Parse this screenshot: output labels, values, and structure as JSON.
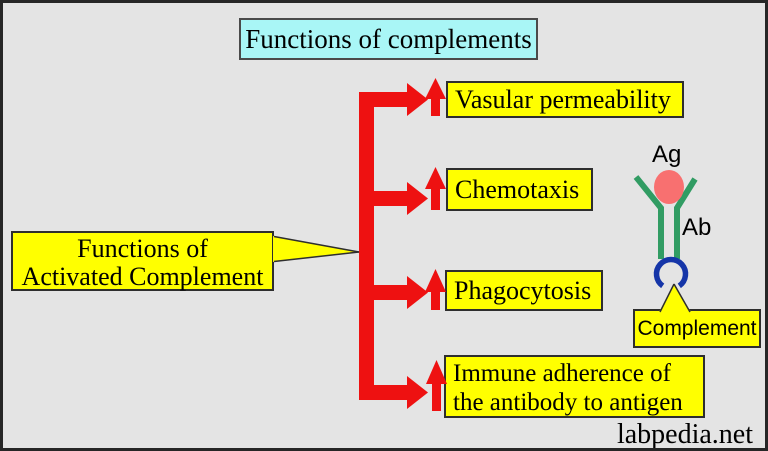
{
  "title": "Functions of complements",
  "callout": {
    "line1": "Functions of",
    "line2": "Activated Complement"
  },
  "functions": [
    {
      "label": "Vasular permeability"
    },
    {
      "label": "Chemotaxis"
    },
    {
      "label": "Phagocytosis"
    },
    {
      "label": "Immune adherence of the antibody to antigen"
    }
  ],
  "antibody_figure": {
    "antigen_label": "Ag",
    "antibody_label": "Ab",
    "complement_label": "Complement"
  },
  "watermark": "labpedia.net",
  "colors": {
    "background": "#e4e4e4",
    "title_fill": "#a9f6f6",
    "box_fill": "#ffff00",
    "arrow_red": "#ee1111",
    "antibody_green": "#319c63",
    "antigen_pink": "#f87070",
    "complement_blue": "#1535a8",
    "outline_dark": "#2e2e2e"
  }
}
